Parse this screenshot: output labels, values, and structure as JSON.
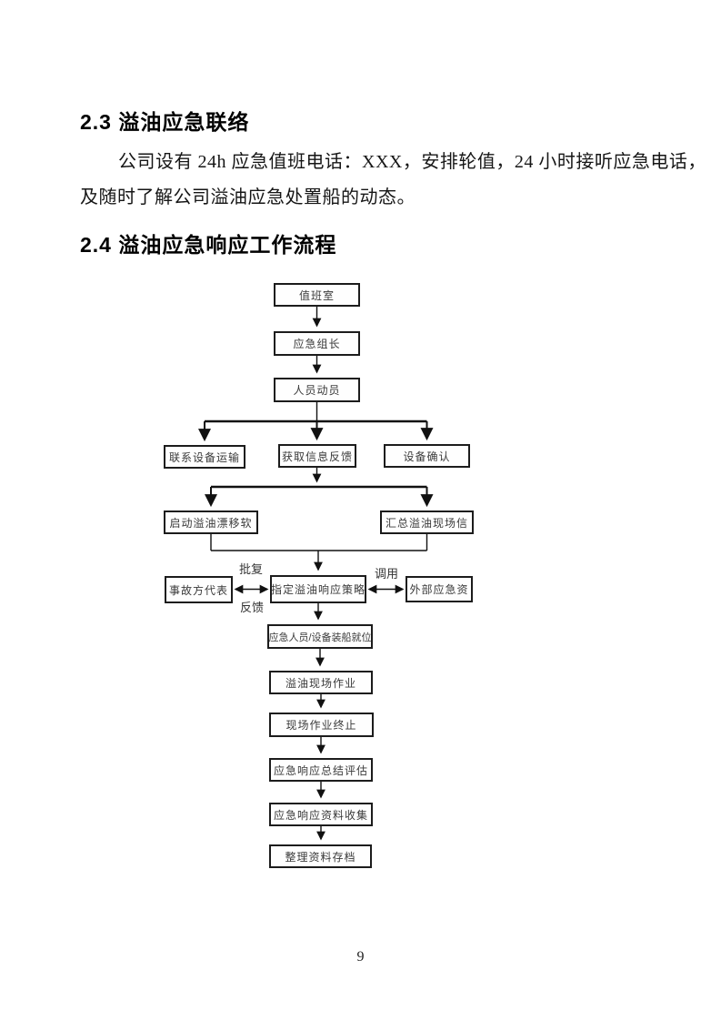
{
  "document": {
    "section_2_3": {
      "heading": "2.3 溢油应急联络",
      "paragraph_line1": "公司设有 24h 应急值班电话：XXX，安排轮值，24 小时接听应急电话，",
      "paragraph_line2": "及随时了解公司溢油应急处置船的动态。"
    },
    "section_2_4": {
      "heading": "2.4 溢油应急响应工作流程"
    },
    "page_number": "9"
  },
  "flowchart": {
    "nodes": [
      {
        "id": "duty-room",
        "label": "值班室"
      },
      {
        "id": "emergency-leader",
        "label": "应急组长"
      },
      {
        "id": "personnel-mobilization",
        "label": "人员动员"
      },
      {
        "id": "contact-equipment-transport",
        "label": "联系设备运输"
      },
      {
        "id": "obtain-info-feedback",
        "label": "获取信息反馈"
      },
      {
        "id": "equipment-confirmation",
        "label": "设备确认"
      },
      {
        "id": "start-spill-drift-software",
        "label": "启动溢油漂移软"
      },
      {
        "id": "summarize-spill-site-info",
        "label": "汇总溢油现场信"
      },
      {
        "id": "designate-spill-response-strategy",
        "label": "指定溢油响应策略"
      },
      {
        "id": "accident-party-representative",
        "label": "事故方代表"
      },
      {
        "id": "external-emergency-resources",
        "label": "外部应急资"
      },
      {
        "id": "personnel-equipment-board-in-place",
        "label": "应急人员/设备装船就位"
      },
      {
        "id": "spill-site-operation",
        "label": "溢油现场作业"
      },
      {
        "id": "site-operation-termination",
        "label": "现场作业终止"
      },
      {
        "id": "response-summary-evaluation",
        "label": "应急响应总结评估"
      },
      {
        "id": "response-data-collection",
        "label": "应急响应资料收集"
      },
      {
        "id": "organize-data-archive",
        "label": "整理资料存档"
      }
    ],
    "edge_labels": [
      {
        "id": "approval",
        "label": "批复"
      },
      {
        "id": "feedback",
        "label": "反馈"
      },
      {
        "id": "dispatch",
        "label": "调用"
      }
    ]
  },
  "colors": {
    "ink": "#1a1a1a",
    "box_border": "#1c1c1c",
    "box_text": "#3a3a3a",
    "page_background": "#ffffff"
  }
}
